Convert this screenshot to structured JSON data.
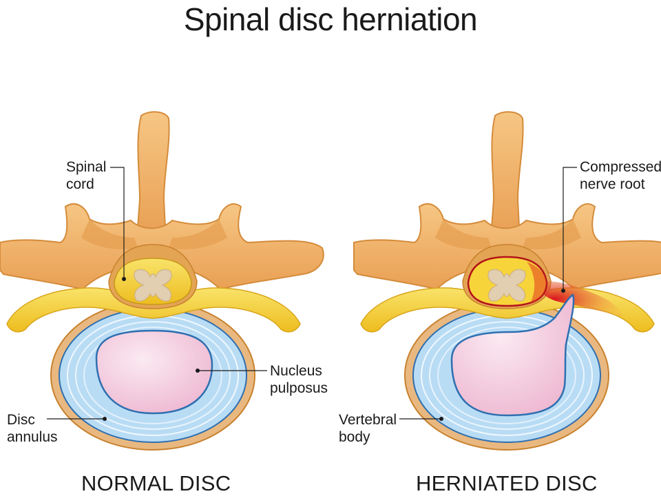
{
  "title": "Spinal disc herniation",
  "panels": {
    "normal": {
      "caption": "NORMAL DISC",
      "labels": {
        "spinal_cord": "Spinal\ncord",
        "nucleus_pulposus": "Nucleus\npulposus",
        "disc_annulus": "Disc\nannulus"
      }
    },
    "herniated": {
      "caption": "HERNIATED DISC",
      "labels": {
        "compressed_nerve_root": "Compressed\nnerve root",
        "vertebral_body": "Vertebral\nbody"
      }
    }
  },
  "colors": {
    "bone": "#f0b064",
    "bone_dark": "#c8812e",
    "nerve_yellow": "#f7d43a",
    "disc_blue": "#b9dcf5",
    "disc_outline": "#2e6fb0",
    "nucleus_pink": "#f2cfe0",
    "inflamed_red": "#d9141d"
  }
}
